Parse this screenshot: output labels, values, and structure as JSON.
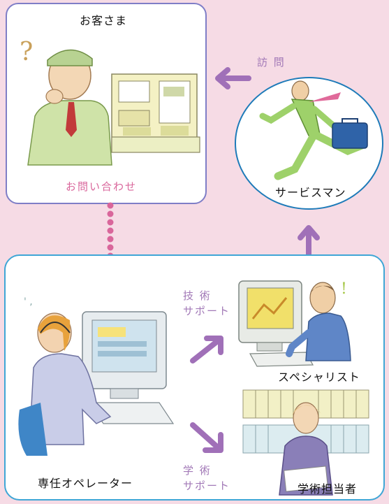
{
  "customer": {
    "title": "お客さま",
    "inquiry": "お問い合わせ"
  },
  "visit": {
    "label": "訪 問"
  },
  "service_man": {
    "label": "サービスマン"
  },
  "operator": {
    "label": "専任オペレーター"
  },
  "tech_support": {
    "line1": "技 術",
    "line2": "サポート"
  },
  "specialist": {
    "label": "スペシャリスト"
  },
  "academic_support": {
    "line1": "学 術",
    "line2": "サポート"
  },
  "academic_staff": {
    "label": "学術担当者"
  },
  "colors": {
    "background": "#f6dbe5",
    "customer_border": "#7f7ec7",
    "support_border": "#3fa6d6",
    "circle_border": "#1e7bb9",
    "arrow": "#a070b8",
    "dots": "#d9669b"
  }
}
